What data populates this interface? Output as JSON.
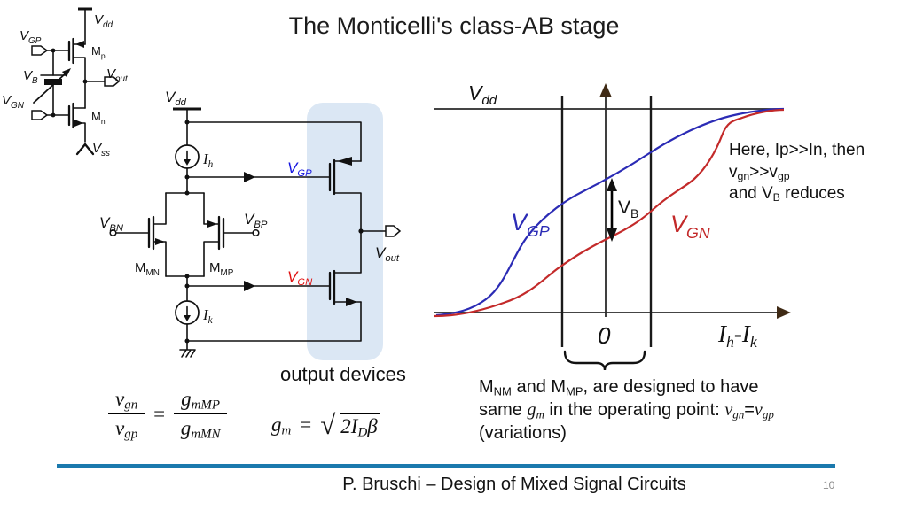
{
  "title": "The Monticelli's class-AB stage",
  "colors": {
    "curve_blue": "#2b2bb5",
    "curve_red": "#c32a2a",
    "label_blue": "#1515e0",
    "label_red": "#e01010",
    "highlight": "#dbe7f4",
    "footer_line": "#1a79ad"
  },
  "small_circuit": {
    "vdd": {
      "main": "V",
      "sub": "dd"
    },
    "vgp": {
      "main": "V",
      "sub": "GP"
    },
    "vb": {
      "main": "V",
      "sub": "B"
    },
    "vgn": {
      "main": "V",
      "sub": "GN"
    },
    "vout": {
      "main": "V",
      "sub": "out"
    },
    "vss": {
      "main": "V",
      "sub": "ss"
    },
    "mp": {
      "main": "M",
      "sub": "p"
    },
    "mn": {
      "main": "M",
      "sub": "n"
    }
  },
  "main_circuit": {
    "vdd": {
      "main": "V",
      "sub": "dd"
    },
    "ih": {
      "main": "I",
      "sub": "h"
    },
    "ik": {
      "main": "I",
      "sub": "k"
    },
    "vgp": {
      "main": "V",
      "sub": "GP"
    },
    "vgn": {
      "main": "V",
      "sub": "GN"
    },
    "vbn": {
      "main": "V",
      "sub": "BN"
    },
    "vbp": {
      "main": "V",
      "sub": "BP"
    },
    "mmn": {
      "main": "M",
      "sub": "MN"
    },
    "mmp": {
      "main": "M",
      "sub": "MP"
    },
    "vout": {
      "main": "V",
      "sub": "out"
    },
    "caption": "output devices"
  },
  "graph": {
    "vdd": {
      "main": "V",
      "sub": "dd"
    },
    "vgp": {
      "main": "V",
      "sub": "GP"
    },
    "vgn": {
      "main": "V",
      "sub": "GN"
    },
    "vb": {
      "main": "V",
      "sub": "B"
    },
    "zero": "0",
    "xlabel": {
      "i1": "I",
      "s1": "h",
      "dash": "-",
      "i2": "I",
      "s2": "k"
    }
  },
  "chart_data": {
    "type": "line",
    "title": "",
    "xlabel": "Ih-Ik",
    "ylabel": "",
    "ylim_labels": [
      "0 (axis)",
      "Vdd"
    ],
    "x": [
      -1.0,
      -0.8,
      -0.6,
      -0.4,
      -0.2,
      0.0,
      0.2,
      0.4,
      0.6,
      0.8,
      1.0
    ],
    "series": [
      {
        "name": "VGP",
        "color": "#2b2bb5",
        "values": [
          0.0,
          0.03,
          0.35,
          0.52,
          0.62,
          0.68,
          0.74,
          0.82,
          0.9,
          0.97,
          1.0
        ]
      },
      {
        "name": "VGN",
        "color": "#c32a2a",
        "values": [
          0.0,
          0.01,
          0.1,
          0.24,
          0.36,
          0.46,
          0.58,
          0.7,
          0.88,
          0.99,
          1.0
        ]
      }
    ],
    "annotations": [
      "Vdd top reference line",
      "VB vertical double-arrow gap between curves at x=0",
      "two vertical guide lines around 0 joined by a brace",
      "arrow up axis at x=0"
    ]
  },
  "note_right": {
    "line1": "Here, Ip>>In, then",
    "line2": {
      "t1": "v",
      "s1": "gn",
      "t2": ">>v",
      "s2": "gp"
    },
    "line3": {
      "t1": "and V",
      "s1": "B",
      "t2": " reduces"
    }
  },
  "note_bottom": {
    "line1": {
      "t1": "M",
      "s1": "NM",
      "t2": " and M",
      "s2": "MP",
      "t3": ", are designed to have"
    },
    "line2": {
      "t1": "same ",
      "g": "g",
      "gs": "m",
      "t2": " in the operating point: ",
      "v1": "v",
      "v1s": "gn",
      "eq": "=",
      "v2": "v",
      "v2s": "gp"
    },
    "line3": "(variations)"
  },
  "formula_ratio": {
    "num_l": "v",
    "num_l_sub": "gn",
    "den_l": "v",
    "den_l_sub": "gp",
    "eq": "=",
    "num_r": "g",
    "num_r_sub": "mMP",
    "den_r": "g",
    "den_r_sub": "mMN"
  },
  "formula_gm": {
    "lhs": "g",
    "lhs_sub": "m",
    "eq": "=",
    "sqrt": "√",
    "rad1": "2I",
    "rad1_sub": "D",
    "rad2": "β"
  },
  "footer": {
    "text": "P. Bruschi – Design of Mixed Signal Circuits",
    "page": "10"
  }
}
